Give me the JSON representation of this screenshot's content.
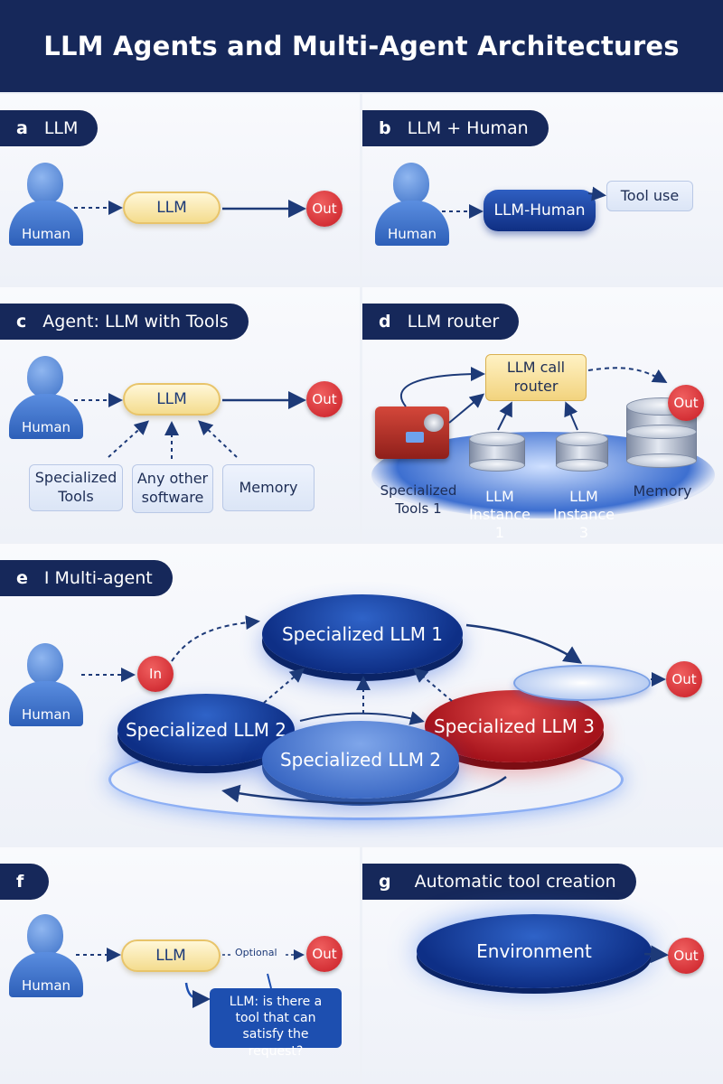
{
  "title": "LLM Agents and Multi-Agent Architectures",
  "colors": {
    "navy": "#16285a",
    "out_red": "#c81c24",
    "llm_yellow": "#f4dc8e",
    "accent_blue": "#1d4fb0"
  },
  "panel_a": {
    "letter": "a",
    "title": "LLM",
    "human": "Human",
    "llm": "LLM",
    "out": "Out"
  },
  "panel_b": {
    "letter": "b",
    "title": "LLM + Human",
    "human": "Human",
    "llm_human": "LLM-Human",
    "tool_use": "Tool use"
  },
  "panel_c": {
    "letter": "c",
    "title": "Agent: LLM with Tools",
    "human": "Human",
    "llm": "LLM",
    "out": "Out",
    "tools": [
      "Specialized Tools",
      "Any other software",
      "Memory"
    ]
  },
  "panel_d": {
    "letter": "d",
    "title": "LLM router",
    "router": "LLM call router",
    "out": "Out",
    "labels": [
      "Specialized Tools 1",
      "LLM Instance 1",
      "LLM Instance 3",
      "Memory"
    ]
  },
  "panel_e": {
    "letter": "e",
    "title": "I Multi-agent",
    "human": "Human",
    "in": "In",
    "out": "Out",
    "llm1": "Specialized LLM 1",
    "llm2a": "Specialized LLM 2",
    "llm2b": "Specialized LLM 2",
    "llm3": "Specialized LLM 3"
  },
  "panel_f": {
    "letter": "f",
    "human": "Human",
    "llm": "LLM",
    "optional": "Optional",
    "out": "Out",
    "callout": "LLM: is there a tool that can satisfy the request?"
  },
  "panel_g": {
    "letter": "g",
    "title": "Automatic tool creation",
    "environment": "Environment",
    "out": "Out"
  }
}
